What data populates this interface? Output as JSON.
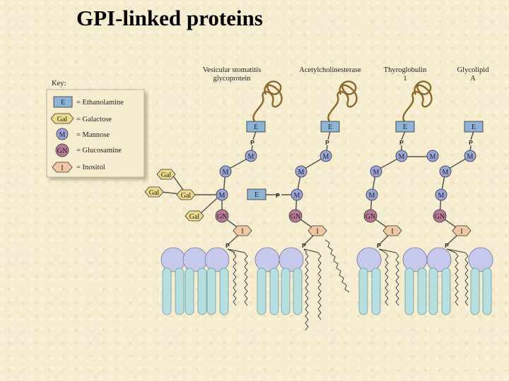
{
  "title": "GPI-linked proteins",
  "key": {
    "heading": "Key:",
    "items": [
      {
        "symbol": "E",
        "label": "= Ethanolamine"
      },
      {
        "symbol": "Gal",
        "label": "= Galactose"
      },
      {
        "symbol": "M",
        "label": "= Mannose"
      },
      {
        "symbol": "GN",
        "label": "= Glucosamine"
      },
      {
        "symbol": "I",
        "label": "= Inositol"
      }
    ]
  },
  "proteins": {
    "p1": [
      "Vesicular stomatitis",
      "glycoprotein"
    ],
    "p2": [
      "Acetylcholinesterase"
    ],
    "p3": [
      "Thyroglobulin",
      "1"
    ],
    "p4": [
      "Glycolipid",
      "A"
    ]
  },
  "symbols": {
    "E": "E",
    "P": "P",
    "M": "M",
    "GN": "GN",
    "I": "I",
    "Gal": "Gal"
  },
  "colors": {
    "background": "#f6ecd0",
    "ethanolamine": "#8fb3d6",
    "galactose": "#efd98a",
    "mannose": "#9ba4d8",
    "glucosamine": "#b77a96",
    "inositol": "#f0c9a4",
    "lipid_head": "#c7c9ec",
    "lipid_tail": "#b7dfe0"
  }
}
